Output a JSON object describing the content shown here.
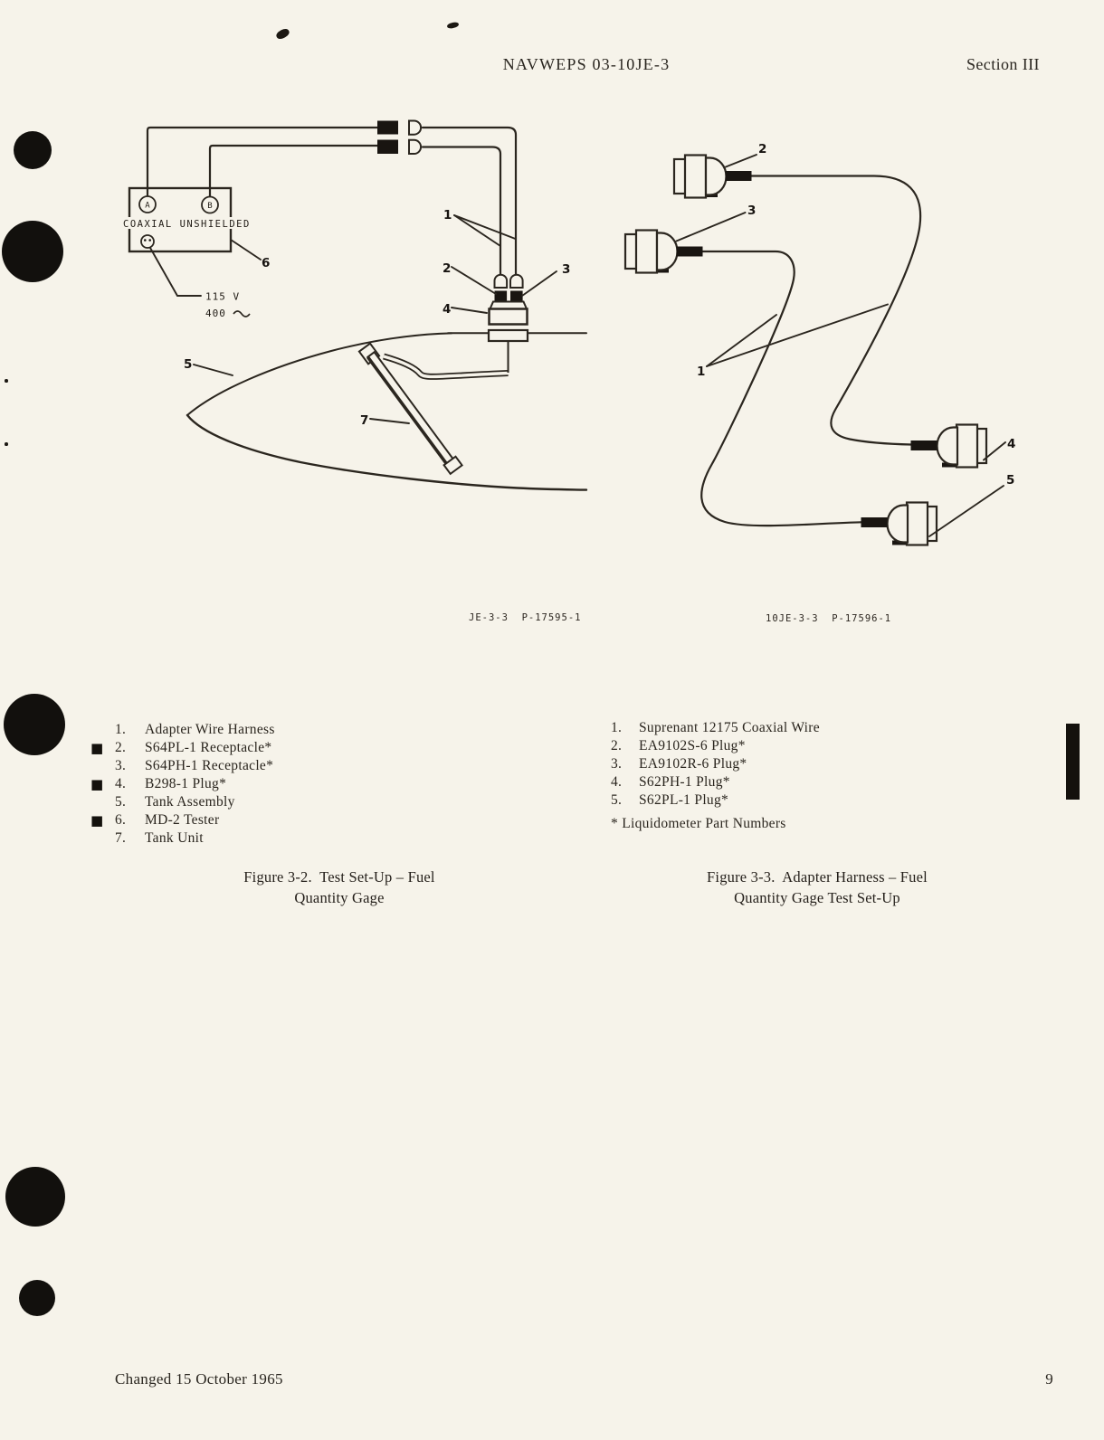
{
  "colors": {
    "paper": "#f6f3ea",
    "ink": "#191511"
  },
  "page": {
    "doc_number": "NAVWEPS 03-10JE-3",
    "section": "Section III",
    "footer_left": "Changed 15 October 1965",
    "page_number": "9"
  },
  "figure_3_2": {
    "tester": {
      "terminal_a": "A",
      "terminal_b": "B",
      "label": "COAXIAL UNSHIELDED",
      "power_line1": "115 V",
      "power_line2": "400"
    },
    "callouts": {
      "c1": "1",
      "c2": "2",
      "c3": "3",
      "c4": "4",
      "c5": "5",
      "c6": "6",
      "c7": "7"
    },
    "ref_label": "JE-3-3  P-17595-1",
    "parts": [
      {
        "marker": "",
        "num": "1.",
        "label": "Adapter Wire Harness"
      },
      {
        "marker": "■",
        "num": "2.",
        "label": "S64PL-1 Receptacle*"
      },
      {
        "marker": "",
        "num": "3.",
        "label": "S64PH-1 Receptacle*"
      },
      {
        "marker": "■",
        "num": "4.",
        "label": "B298-1 Plug*"
      },
      {
        "marker": "",
        "num": "5.",
        "label": "Tank Assembly"
      },
      {
        "marker": "■",
        "num": "6.",
        "label": "MD-2 Tester"
      },
      {
        "marker": "",
        "num": "7.",
        "label": "Tank Unit"
      }
    ],
    "caption_line1": "Figure 3-2.  Test Set-Up – Fuel",
    "caption_line2": "Quantity Gage"
  },
  "figure_3_3": {
    "callouts": {
      "c1": "1",
      "c2": "2",
      "c3": "3",
      "c4": "4",
      "c5": "5"
    },
    "ref_label": "10JE-3-3  P-17596-1",
    "parts": [
      {
        "num": "1.",
        "label": "Suprenant 12175 Coaxial Wire"
      },
      {
        "num": "2.",
        "label": "EA9102S-6 Plug*"
      },
      {
        "num": "3.",
        "label": "EA9102R-6 Plug*"
      },
      {
        "num": "4.",
        "label": "S62PH-1 Plug*"
      },
      {
        "num": "5.",
        "label": "S62PL-1 Plug*"
      }
    ],
    "footnote": "* Liquidometer Part Numbers",
    "caption_line1": "Figure 3-3.  Adapter Harness – Fuel",
    "caption_line2": "Quantity Gage Test Set-Up"
  }
}
